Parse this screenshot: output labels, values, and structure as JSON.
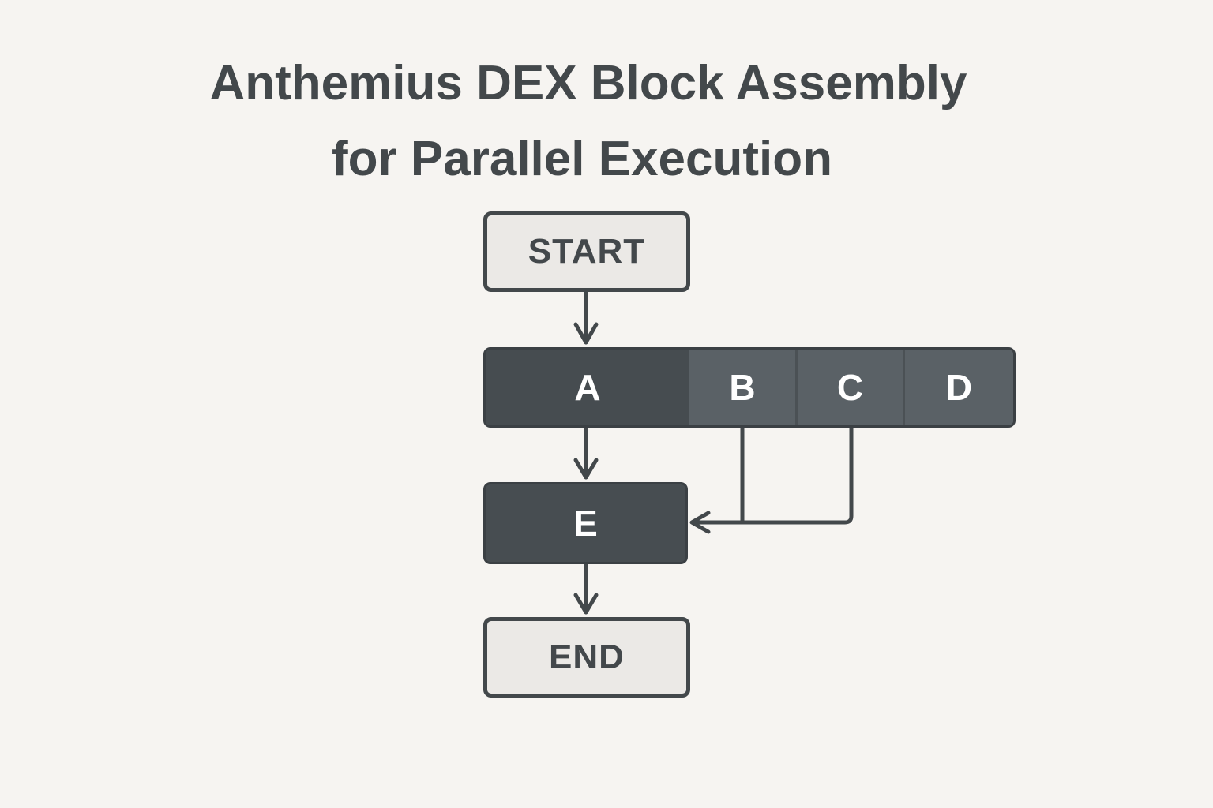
{
  "title": {
    "line1": "Anthemius DEX Block Assembly",
    "line2": "for Parallel Execution"
  },
  "nodes": {
    "start": "START",
    "block_row": [
      {
        "id": "A",
        "label": "A"
      },
      {
        "id": "B",
        "label": "B"
      },
      {
        "id": "C",
        "label": "C"
      },
      {
        "id": "D",
        "label": "D"
      }
    ],
    "e": "E",
    "end": "END"
  },
  "edges": [
    {
      "from": "START",
      "to": "A"
    },
    {
      "from": "A",
      "to": "E"
    },
    {
      "from": "B",
      "to": "E"
    },
    {
      "from": "C",
      "to": "E"
    },
    {
      "from": "E",
      "to": "END"
    }
  ],
  "colors": {
    "background": "#f6f4f1",
    "text_dark": "#43484b",
    "light_box_fill": "#ebe9e6",
    "dark_box_fill": "#474d51",
    "segment_a_fill": "#464c50",
    "segment_bcd_fill": "#5a6166",
    "connector": "#43484b"
  }
}
